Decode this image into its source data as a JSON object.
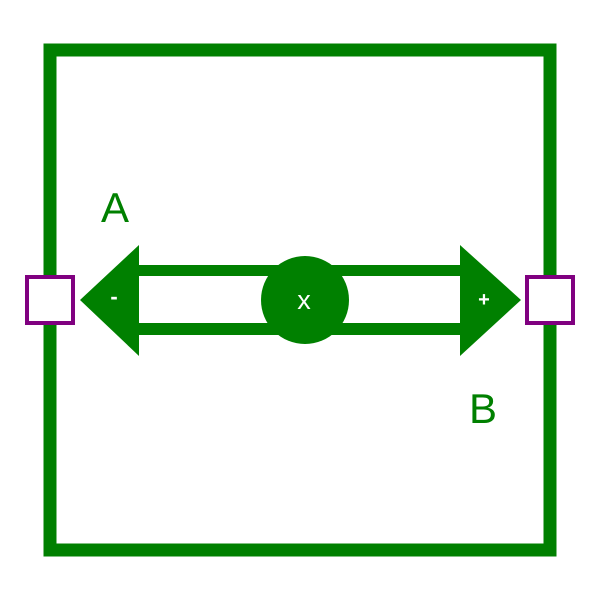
{
  "diagram": {
    "labels": {
      "a": "A",
      "b": "B",
      "center": "x",
      "minus": "-",
      "plus": "+"
    },
    "colors": {
      "frame": "#008000",
      "arrow": "#008000",
      "port": "#800080",
      "port_fill": "#ffffff",
      "arrow_text": "#ffffff",
      "background": "#ffffff"
    }
  }
}
